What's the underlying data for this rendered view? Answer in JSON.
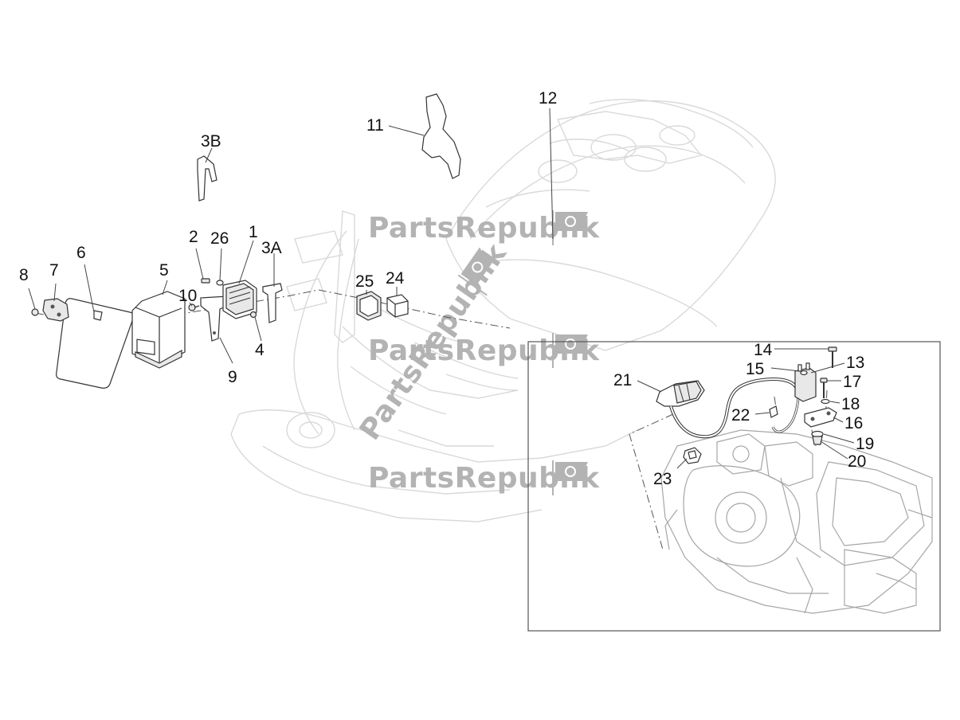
{
  "watermark": {
    "text": "PartsRepublik",
    "icon": "gear-flag-icon"
  },
  "callouts": {
    "c1": "1",
    "c2": "2",
    "c3a": "3A",
    "c3b": "3B",
    "c4": "4",
    "c5": "5",
    "c6": "6",
    "c7": "7",
    "c8": "8",
    "c9": "9",
    "c10": "10",
    "c11": "11",
    "c12": "12",
    "c13": "13",
    "c14": "14",
    "c15": "15",
    "c16": "16",
    "c17": "17",
    "c18": "18",
    "c19": "19",
    "c20": "20",
    "c21": "21",
    "c22": "22",
    "c23": "23",
    "c24": "24",
    "c25": "25",
    "c26": "26"
  }
}
